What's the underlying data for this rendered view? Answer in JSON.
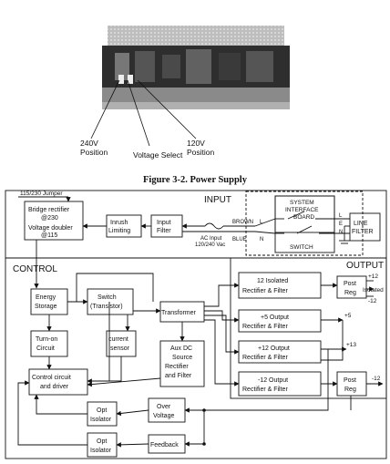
{
  "photo": {
    "label_240": [
      "240V",
      "Position"
    ],
    "label_select": "Voltage Select",
    "label_120": [
      "120V",
      "Position"
    ]
  },
  "caption": "Figure 3-2. Power Supply",
  "sections": {
    "input": "INPUT",
    "control": "CONTROL",
    "output": "OUTPUT"
  },
  "input": {
    "jumper": "115/230 Jumper",
    "bridge": [
      "Bridge rectifier",
      "@230"
    ],
    "doubler": [
      "Voltage doubler",
      "@115"
    ],
    "inrush": [
      "Inrush",
      "Limiting"
    ],
    "filter": [
      "Input",
      "Filter"
    ],
    "ac": [
      "AC Input",
      "120/240 Vac"
    ],
    "brown": "BROWN",
    "blue": "BLUE",
    "l": "L",
    "n": "N",
    "e": "E",
    "board": [
      "SYSTEM",
      "INTERFACE",
      "BOARD"
    ],
    "switch": "SWITCH",
    "line_filter": [
      "LINE",
      "FILTER"
    ]
  },
  "control": {
    "energy": [
      "Energy",
      "Storage"
    ],
    "switch": [
      "Switch",
      "(Transistor)"
    ],
    "transformer": "Transformer",
    "turnon": [
      "Turn-on",
      "Circuit"
    ],
    "current": [
      "current",
      "sensor"
    ],
    "aux": [
      "Aux DC",
      "Source",
      "Rectifier",
      "and Filter"
    ],
    "control": [
      "Control circuit",
      "and driver"
    ],
    "opt1": [
      "Opt",
      "Isolator"
    ],
    "over": [
      "Over",
      "Voltage"
    ],
    "opt2": [
      "Opt",
      "Isolator"
    ],
    "feedback": "Feedback"
  },
  "output": {
    "o12": [
      "12 Isolated",
      "Rectifier & Filter"
    ],
    "p5": [
      "+5 Output",
      "Rectifier & Filter"
    ],
    "p12": [
      "+12 Output",
      "Rectifier & Filter"
    ],
    "m12": [
      "-12 Output",
      "Rectifier & Filter"
    ],
    "post": [
      "Post",
      "Reg"
    ],
    "post2": [
      "Post",
      "Reg"
    ],
    "v_p12": "+12",
    "v_m12": "-12",
    "isolated": "Isolated",
    "v5": "+5",
    "v13": "+13",
    "vm12": "-12"
  }
}
